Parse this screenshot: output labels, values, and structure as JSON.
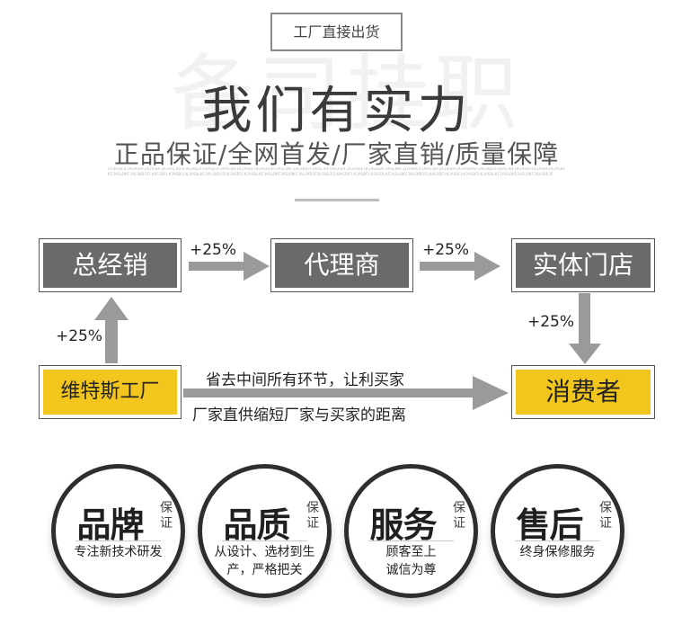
{
  "header": {
    "tag": "工厂直接出货",
    "title": "我们有实力",
    "watermark": "备司挂职",
    "subtitle": "正品保证/全网首发/厂家直销/质量保障"
  },
  "flow": {
    "nodes": {
      "distributor": "总经销",
      "agent": "代理商",
      "store": "实体门店",
      "factory": "维特斯工厂",
      "consumer": "消费者"
    },
    "markups": {
      "distributor_to_agent": "+25%",
      "agent_to_store": "+25%",
      "store_to_consumer": "+25%",
      "factory_to_distributor": "+25%"
    },
    "direct_line_1": "省去中间所有环节，让利买家",
    "direct_line_2": "厂家直供缩短厂家与买家的距离"
  },
  "guarantees": [
    {
      "title": "品牌",
      "badge_1": "保",
      "badge_2": "证",
      "desc_1": "专注新技术研发",
      "desc_2": ""
    },
    {
      "title": "品质",
      "badge_1": "保",
      "badge_2": "证",
      "desc_1": "从设计、选材到生",
      "desc_2": "产，严格把关"
    },
    {
      "title": "服务",
      "badge_1": "保",
      "badge_2": "证",
      "desc_1": "顾客至上",
      "desc_2": "诚信为尊"
    },
    {
      "title": "售后",
      "badge_1": "保",
      "badge_2": "证",
      "desc_1": "终身保修服务",
      "desc_2": ""
    }
  ],
  "colors": {
    "accent_yellow": "#f3c61d",
    "box_gray": "#6a6a6a",
    "arrow_gray": "#9a9a9a"
  }
}
